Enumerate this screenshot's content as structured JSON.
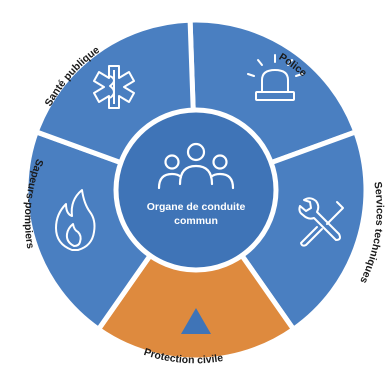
{
  "diagram": {
    "center": {
      "line1": "Organe de conduite",
      "line2": "commun",
      "icon": "group-of-people-icon"
    },
    "segments": [
      {
        "key": "police",
        "label": "Police",
        "icon": "siren-light-icon"
      },
      {
        "key": "services-techniques",
        "label": "Services techniques",
        "icon": "wrench-screwdriver-icon"
      },
      {
        "key": "protection-civile",
        "label": "Protection civile",
        "icon": "blue-triangle-icon"
      },
      {
        "key": "sapeurs-pompiers",
        "label": "Sapeurs-pompiers",
        "icon": "flame-icon"
      },
      {
        "key": "sante-publique",
        "label": "Santé publique",
        "icon": "star-of-life-icon"
      }
    ],
    "colors": {
      "blue": "#4a7fc1",
      "center_blue": "#3f74b7",
      "orange": "#de8a3e",
      "triangle": "#3f74b7",
      "ring_gap": "#ffffff"
    }
  }
}
